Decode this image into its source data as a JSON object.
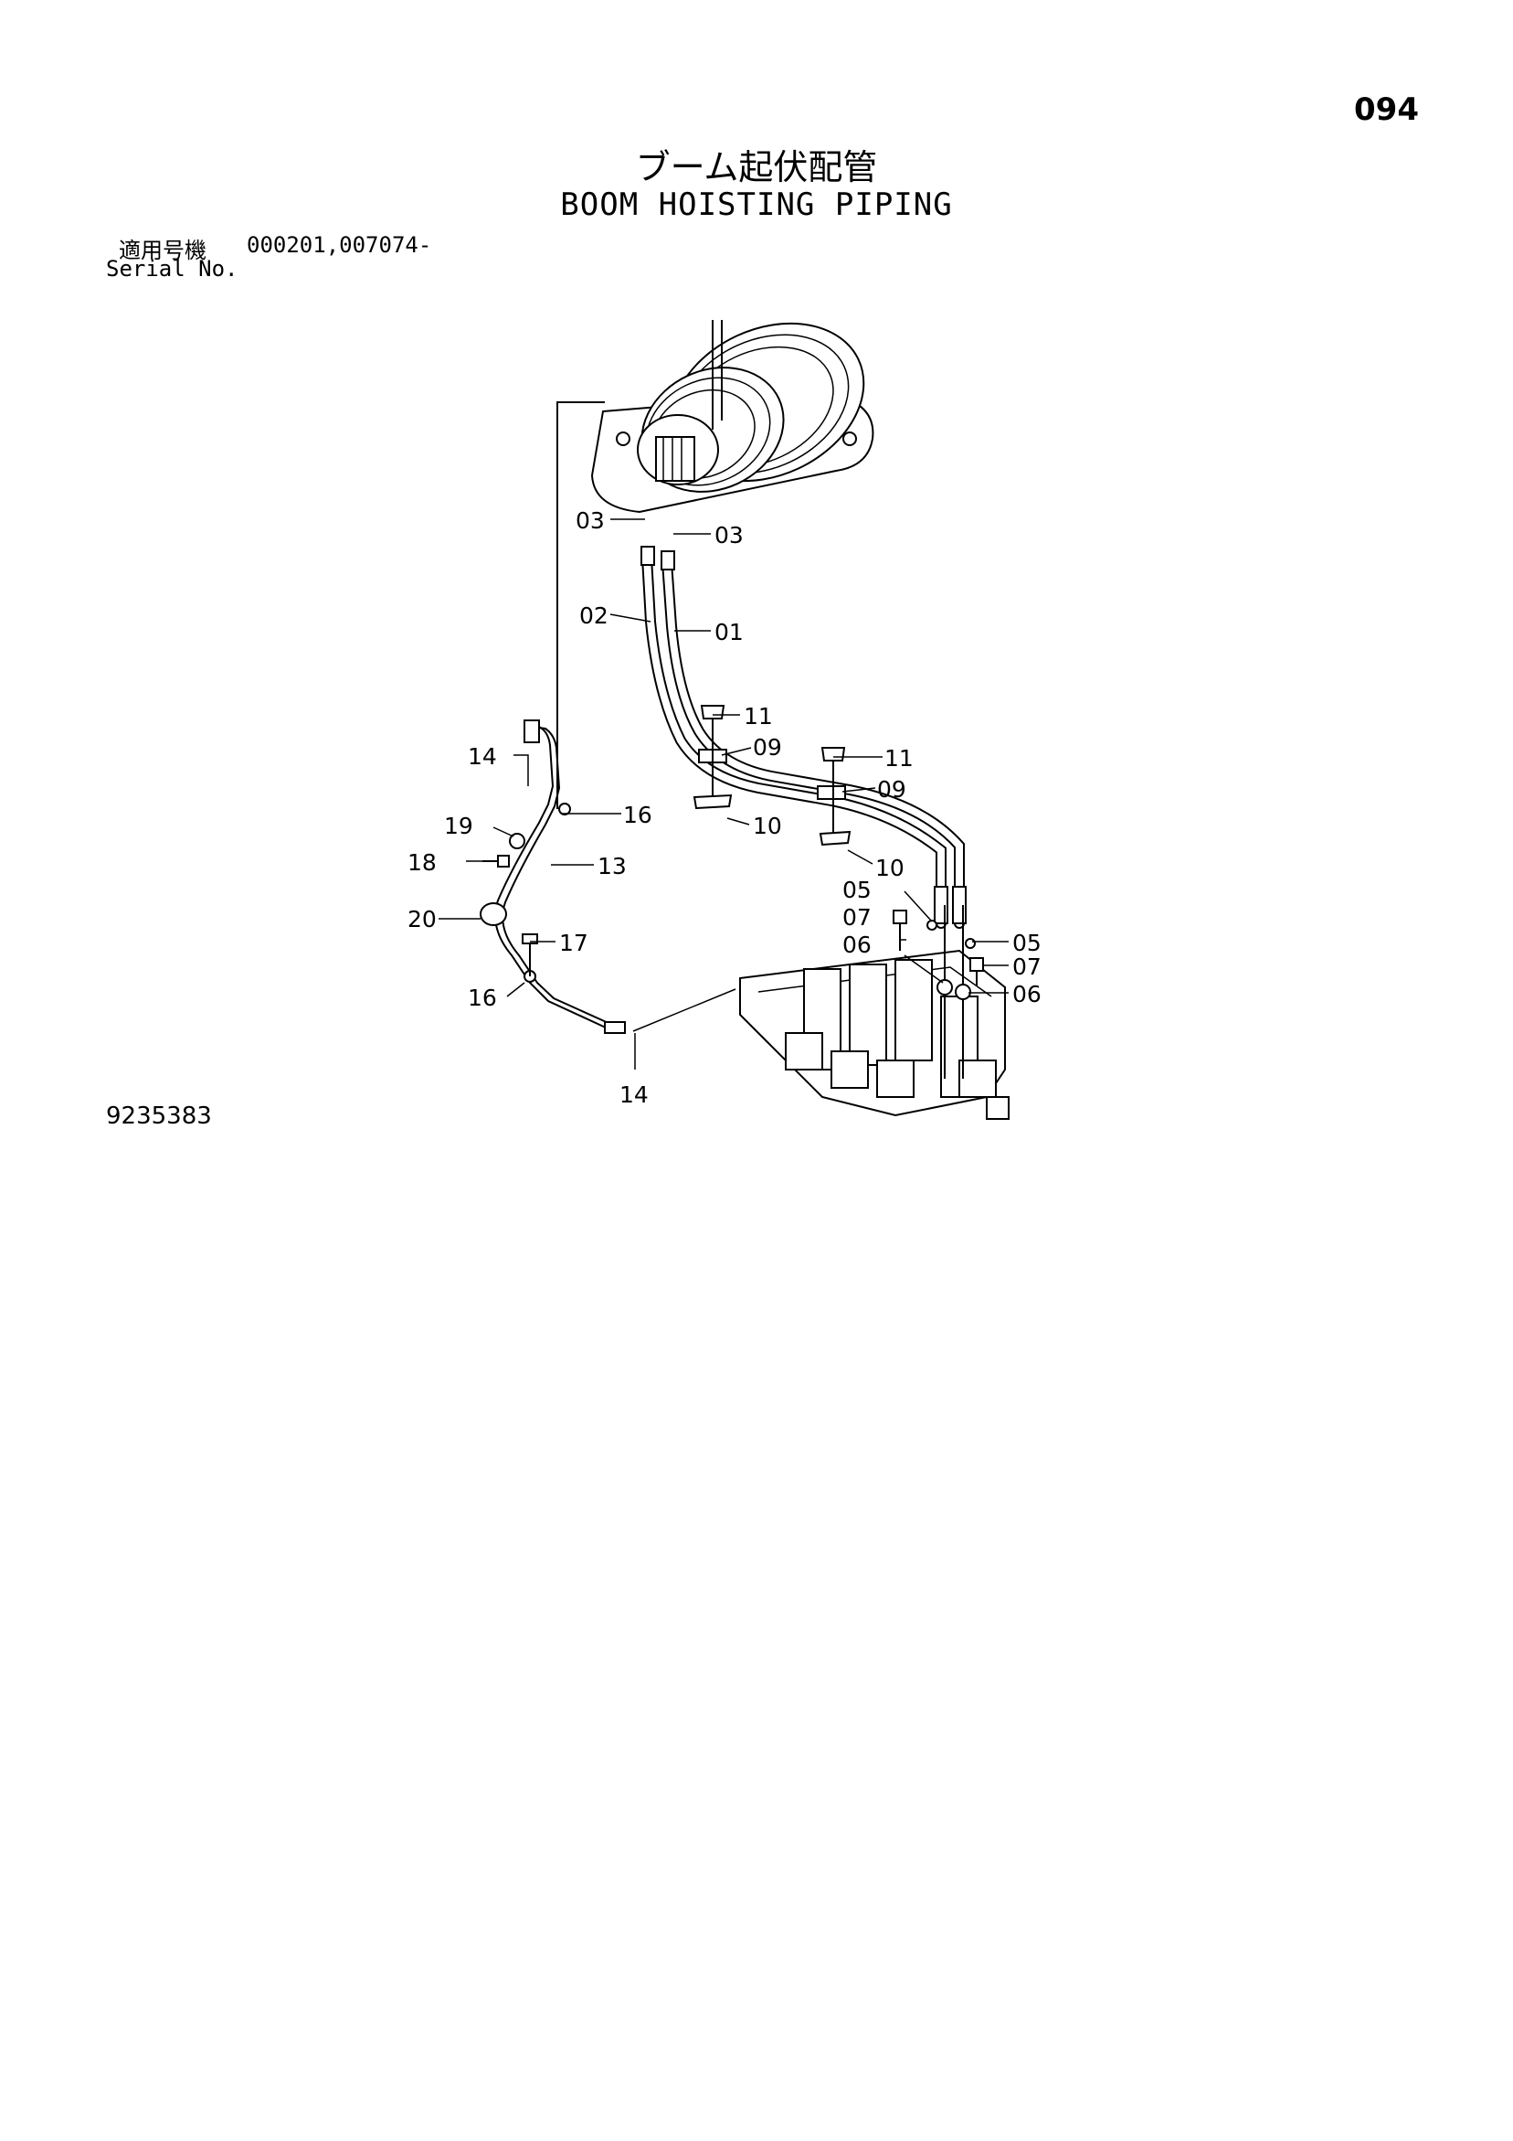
{
  "header": {
    "page_number": "094",
    "title_japanese": "ブーム起伏配管",
    "title_english": "BOOM HOISTING PIPING",
    "serial_label_japanese": "適用号機",
    "serial_values": "000201,007074-",
    "serial_label_english": "Serial No."
  },
  "footer": {
    "drawing_number": "9235383"
  },
  "callouts": [
    {
      "id": "c03a",
      "label": "03"
    },
    {
      "id": "c03b",
      "label": "03"
    },
    {
      "id": "c02",
      "label": "02"
    },
    {
      "id": "c01",
      "label": "01"
    },
    {
      "id": "c11a",
      "label": "11"
    },
    {
      "id": "c09a",
      "label": "09"
    },
    {
      "id": "c11b",
      "label": "11"
    },
    {
      "id": "c09b",
      "label": "09"
    },
    {
      "id": "c10a",
      "label": "10"
    },
    {
      "id": "c10b",
      "label": "10"
    },
    {
      "id": "c14a",
      "label": "14"
    },
    {
      "id": "c16a",
      "label": "16"
    },
    {
      "id": "c19",
      "label": "19"
    },
    {
      "id": "c18",
      "label": "18"
    },
    {
      "id": "c13",
      "label": "13"
    },
    {
      "id": "c20",
      "label": "20"
    },
    {
      "id": "c17",
      "label": "17"
    },
    {
      "id": "c16b",
      "label": "16"
    },
    {
      "id": "c14b",
      "label": "14"
    },
    {
      "id": "c05a",
      "label": "05"
    },
    {
      "id": "c07a",
      "label": "07"
    },
    {
      "id": "c06a",
      "label": "06"
    },
    {
      "id": "c05b",
      "label": "05"
    },
    {
      "id": "c07b",
      "label": "07"
    },
    {
      "id": "c06b",
      "label": "06"
    }
  ]
}
